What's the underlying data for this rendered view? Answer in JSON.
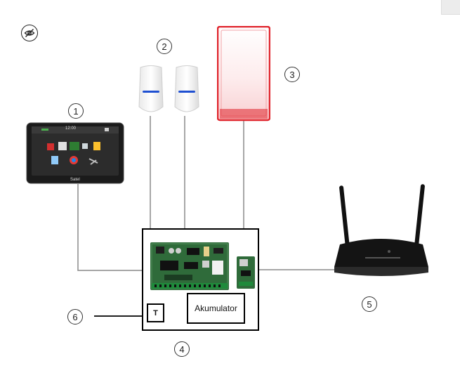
{
  "labels": {
    "markers": [
      "1",
      "2",
      "3",
      "4",
      "5",
      "6"
    ],
    "tamper": "T",
    "battery": "Akumulator",
    "keypad_brand": "Satel",
    "keypad_time": "12:00"
  },
  "icons": {
    "visibility_toggle": "eye-off-icon",
    "corner_button": "panel-button"
  },
  "colors": {
    "line": "#8a8a8a",
    "frame": "#000000",
    "siren_red": "#e0242c",
    "pcb_green": "#2f6b3a",
    "router_black": "#111111"
  }
}
